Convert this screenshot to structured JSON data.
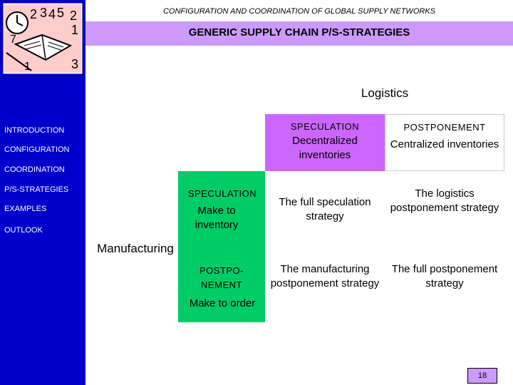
{
  "header": {
    "top_title": "CONFIGURATION AND COORDINATION OF GLOBAL SUPPLY NETWORKS",
    "main_title": "GENERIC SUPPLY CHAIN P/S-STRATEGIES"
  },
  "clipart": {
    "icon": "clock-and-book-clipart",
    "digits": [
      "2",
      "3",
      "4",
      "5",
      "2",
      "1",
      "3",
      "7",
      "1"
    ]
  },
  "sidebar": {
    "items": [
      "INTRODUCTION",
      "CONFIGURATION",
      "COORDINATION",
      "P/S-STRATEGIES",
      "EXAMPLES",
      "OUTLOOK"
    ],
    "active": "P/S-STRATEGIES"
  },
  "matrix": {
    "logistics_label": "Logistics",
    "manufacturing_label": "Manufacturing",
    "col1_head": "SPECULATION",
    "col1_sub": "Decentralized inventories",
    "col2_head": "POSTPONEMENT",
    "col2_sub": "Centralized inventories",
    "row1_head": "SPECULATION",
    "row1_sub": "Make to inventory",
    "row2_head": "POSTPO-NEMENT",
    "row2_sub": "Make to order",
    "c11": "The full speculation strategy",
    "c12": "The logistics postponement strategy",
    "c21": "The manufacturing postponement strategy",
    "c22": "The full postponement strategy"
  },
  "colors": {
    "sidebar": "#0000cc",
    "title_bar": "#cc99ff",
    "logistics": "#cc66ff",
    "manufacturing": "#00cc66"
  },
  "page_number": "18"
}
